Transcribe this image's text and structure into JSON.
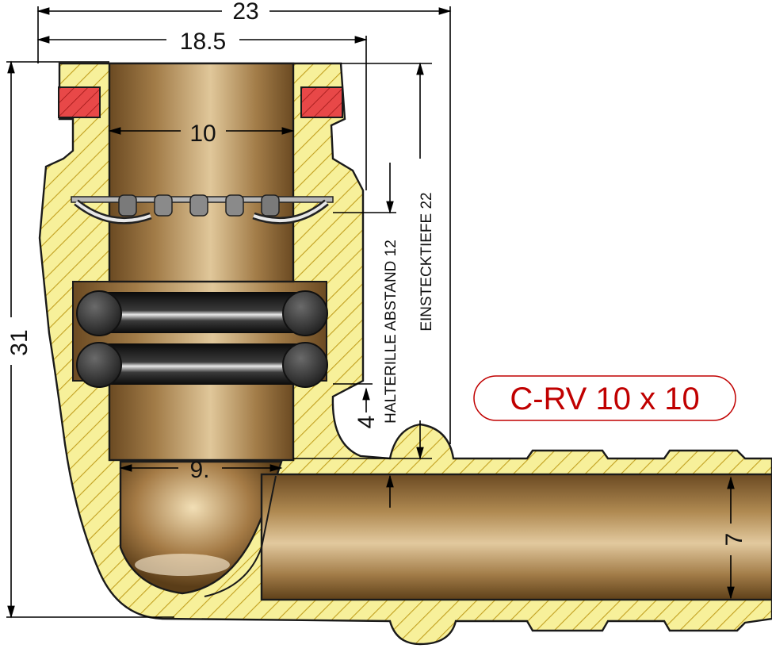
{
  "product": {
    "title": "C-RV 10 x 10"
  },
  "dimensions": {
    "overall_width": "23",
    "flange_width": "18.5",
    "inner_bore": "10",
    "lower_bore": "9.",
    "overall_height": "31",
    "groove_height": "4",
    "outlet_bore": "7"
  },
  "labels": {
    "retaining_groove": "HALTERILLE ABSTAND 12",
    "insertion_depth": "EINSTECKTIEFE 22"
  },
  "colors": {
    "brass_section": "#f7f09a",
    "hatch": "#c2a020",
    "bore_brass": "#b58a4e",
    "seal_ring_red": "#e04040",
    "o_ring_black": "#333333",
    "title_red": "#c00000"
  }
}
